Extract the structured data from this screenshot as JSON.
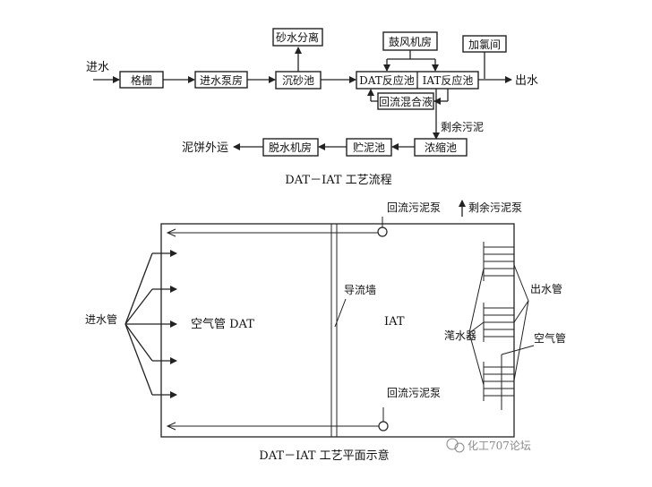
{
  "flow": {
    "inlet": "进水",
    "screen": "格栅",
    "pump_room": "进水泵房",
    "grit_chamber": "沉砂池",
    "grit_separation": "砂水分离",
    "blower_room": "鼓风机房",
    "chlorination": "加氯间",
    "dat_tank": "DAT反应池",
    "iat_tank": "IAT反应池",
    "outlet": "出水",
    "return_liquor": "回流混合液",
    "excess_sludge": "剩余污泥",
    "thickener": "浓缩池",
    "sludge_storage": "贮泥池",
    "dewatering_room": "脱水机房",
    "cake_disposal": "泥饼外运",
    "caption": "DAT－IAT 工艺流程"
  },
  "plan": {
    "return_pump_top": "回流污泥泵",
    "excess_pump": "剩余污泥泵",
    "inlet_pipe": "进水管",
    "air_pipe_dat": "空气管  DAT",
    "guide_wall": "导流墙",
    "iat": "IAT",
    "decanter": "滗水器",
    "outlet_pipe": "出水管",
    "air_pipe": "空气管",
    "return_pump_bottom": "回流污泥泵",
    "caption": "DAT－IAT 工艺平面示意"
  },
  "watermark": "化工707论坛"
}
